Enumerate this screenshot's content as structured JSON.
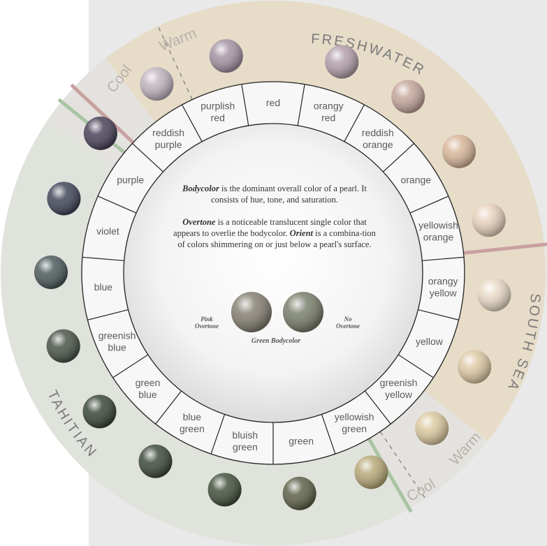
{
  "ring_labels": {
    "freshwater": "FRESHWATER",
    "south_sea": "SOUTH SEA",
    "tahitian": "TAHITIAN"
  },
  "markers": {
    "top_cool": "Cool",
    "top_warm": "Warm",
    "bottom_warm": "Warm",
    "bottom_cool": "Cool"
  },
  "segments": [
    {
      "id": "red",
      "lines": [
        "red"
      ]
    },
    {
      "id": "orangy-red",
      "lines": [
        "orangy",
        "red"
      ]
    },
    {
      "id": "reddish-orange",
      "lines": [
        "reddish",
        "orange"
      ]
    },
    {
      "id": "orange",
      "lines": [
        "orange"
      ]
    },
    {
      "id": "yellowish-orange",
      "lines": [
        "yellowish",
        "orange"
      ]
    },
    {
      "id": "orangy-yellow",
      "lines": [
        "orangy",
        "yellow"
      ]
    },
    {
      "id": "yellow",
      "lines": [
        "yellow"
      ]
    },
    {
      "id": "greenish-yellow",
      "lines": [
        "greenish",
        "yellow"
      ]
    },
    {
      "id": "yellowish-green",
      "lines": [
        "yellowish",
        "green"
      ]
    },
    {
      "id": "green",
      "lines": [
        "green"
      ]
    },
    {
      "id": "bluish-green",
      "lines": [
        "bluish",
        "green"
      ]
    },
    {
      "id": "blue-green",
      "lines": [
        "blue",
        "green"
      ]
    },
    {
      "id": "green-blue",
      "lines": [
        "green",
        "blue"
      ]
    },
    {
      "id": "greenish-blue",
      "lines": [
        "greenish",
        "blue"
      ]
    },
    {
      "id": "blue",
      "lines": [
        "blue"
      ]
    },
    {
      "id": "violet",
      "lines": [
        "violet"
      ]
    },
    {
      "id": "purple",
      "lines": [
        "purple"
      ]
    },
    {
      "id": "reddish-purple",
      "lines": [
        "reddish",
        "purple"
      ]
    },
    {
      "id": "purplish-red",
      "lines": [
        "purplish",
        "red"
      ]
    }
  ],
  "pearl_colors": [
    "#b4a0ab",
    "#c5a79c",
    "#d9b79a",
    "#e8d2bd",
    "#eadbc8",
    "#dfc9a6",
    "#dcc9a0",
    "#b7a979",
    "#5f6148",
    "#44503e",
    "#3f4a3c",
    "#3b4638",
    "#4a5449",
    "#4d5a5c",
    "#424659",
    "#4a4258",
    "#c2b5bf",
    "#a595a3"
  ],
  "center": {
    "p1_term": "Bodycolor",
    "p1_rest": " is the dominant overall color of a pearl. It consists of hue, tone, and saturation.",
    "p2_term": "Overtone",
    "p2_mid": " is a noticeable translucent single color that appears to overlie the bodycolor. ",
    "p2_term2": "Orient",
    "p2_rest": " is a combina-tion of colors shimmering on or just below a pearl's surface."
  },
  "demo": {
    "left_line1": "Pink",
    "left_line2": "Overtone",
    "right_line1": "No",
    "right_line2": "Overtone",
    "caption": "Green Bodycolor"
  },
  "colors": {
    "warm_band": "#e6dcc8",
    "cool_band": "#dfe3dc",
    "divider_pink": "#c9a0a0",
    "divider_green": "#a9c4a4",
    "panel": "#e9e9e9"
  }
}
